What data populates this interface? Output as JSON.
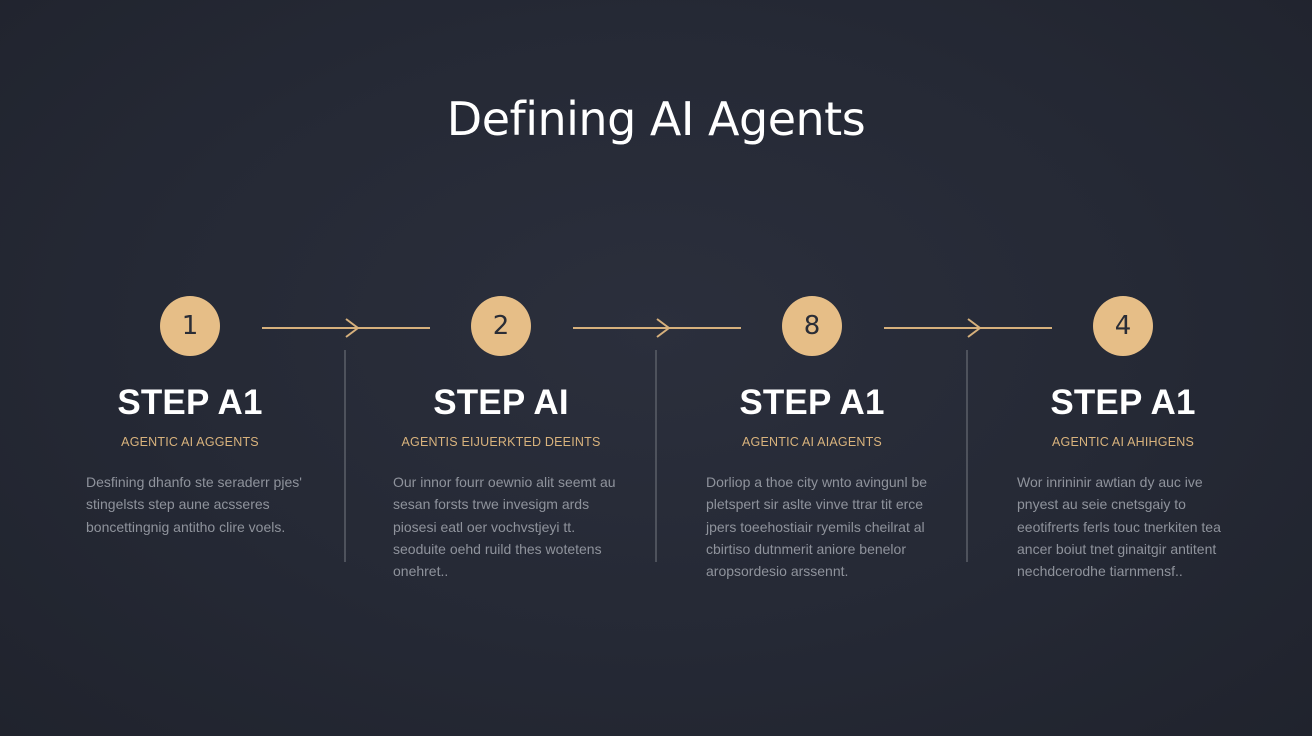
{
  "title": "Defining AI Agents",
  "steps": [
    {
      "number": "1",
      "title": "STEP A1",
      "subtitle": "AGENTIC AI AGGENTS",
      "body": "Desfining dhanfo ste seraderr pjes' stingelsts step aune acsseres boncettingnig antitho clire voels."
    },
    {
      "number": "2",
      "title": "STEP AI",
      "subtitle": "AGENTIS EIJUERKTED DEEINTS",
      "body": "Our innor fourr oewnio alit seemt au sesan forsts trwe invesigm ards piosesi eatl oer vochvstjeyi tt. seoduite oehd ruild thes wotetens onehret.."
    },
    {
      "number": "8",
      "title": "STEP A1",
      "subtitle": "AGENTIC AI AIAGENTS",
      "body": "Dorliop a thoe city wnto avingunl be pletspert sir aslte vinve ttrar tit erce jpers toeehostiair ryemils cheilrat al cbirtiso dutnmerit aniore benelor aropsordesio arssennt."
    },
    {
      "number": "4",
      "title": "STEP A1",
      "subtitle": "AGENTIC AI AHIHGENS",
      "body": "Wor inrininir awtian dy auc ive pnyest au seie cnetsgaiy to eeotifrerts ferls touc tnerkiten tea ancer boiut tnet ginaitgir antitent nechdcerodhe tiarnmensf.."
    }
  ]
}
